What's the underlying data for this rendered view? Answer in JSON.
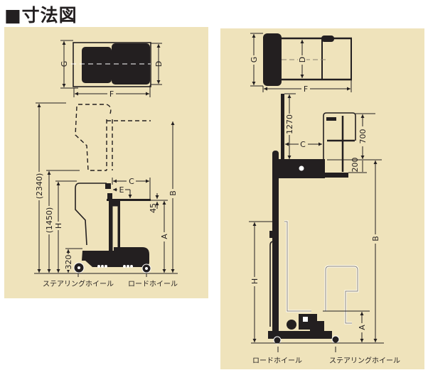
{
  "title": "■寸法図",
  "colors": {
    "panel_bg": "#efe3bb",
    "ink": "#231f20"
  },
  "left_diagram": {
    "top_view": {
      "labels": {
        "G": "G",
        "D": "D",
        "F": "F"
      }
    },
    "side_view": {
      "labels": {
        "overall_raised": "(2340)",
        "handle_height": "(1450)",
        "H": "H",
        "step": "320",
        "A": "A",
        "B": "B",
        "platform_thickness": "45",
        "C": "C",
        "E": "E"
      },
      "wheel_labels": {
        "steering": "ステアリングホイール",
        "load": "ロードホイール"
      }
    }
  },
  "right_diagram": {
    "top_view": {
      "labels": {
        "G": "G",
        "D": "D",
        "F": "F"
      }
    },
    "side_view": {
      "labels": {
        "mast_extension": "1270",
        "C": "C",
        "rail_height": "700",
        "rail_base": "200",
        "B": "B",
        "H": "H",
        "A": "A"
      },
      "wheel_labels": {
        "load": "ロードホイール",
        "steering": "ステアリングホイール"
      }
    }
  }
}
